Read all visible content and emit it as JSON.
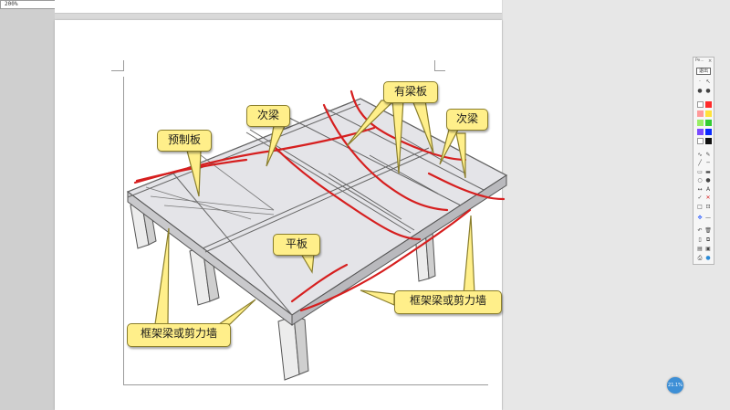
{
  "window": {
    "tiny_box_text": "200%"
  },
  "figure": {
    "labels": {
      "precast_slab": "预制板",
      "secondary_beam_left": "次梁",
      "beam_slab": "有梁板",
      "secondary_beam_right": "次梁",
      "flat_slab": "平板",
      "frame_beam_right": "框架梁或剪力墙",
      "frame_beam_left": "框架梁或剪力墙"
    },
    "colors": {
      "callout_fill": "#ffef8a",
      "annotation_ink": "#d61f1f",
      "slab": "#e4e4e8"
    }
  },
  "pen_toolbar": {
    "title": "Pe...",
    "close": "×",
    "exit_label": "退出",
    "colors": [
      "#ffffff",
      "#ff2a2a",
      "#ffe23a",
      "#33cc33",
      "#7a4aff",
      "#000000",
      "#ff9a9a",
      "#ff7a1a",
      "#99ee66",
      "#2a5aff",
      "#0a2aff",
      "#111111"
    ],
    "tools": [
      "pen-icon",
      "marker-icon",
      "line-icon",
      "arrow-icon",
      "rectangle-icon",
      "ellipse-icon",
      "text-icon",
      "eraser-icon",
      "undo-icon",
      "clear-icon",
      "save-icon",
      "print-icon"
    ]
  },
  "zoom_button": {
    "label": "21.1%"
  }
}
